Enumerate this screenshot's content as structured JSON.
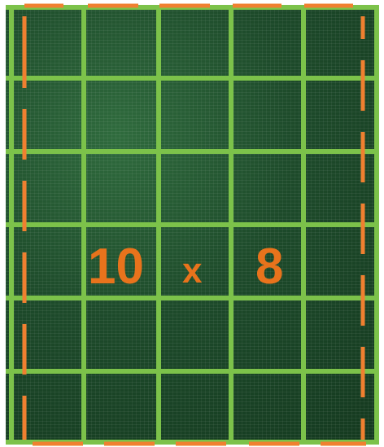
{
  "dimension_label": {
    "rows_value": "10",
    "times_symbol": "x",
    "cols_value": "8"
  },
  "colors": {
    "grid_line": "#7cc24a",
    "dashed_border": "#f08030",
    "label_text": "#e8731c",
    "tile_dark_green": "#1c4a2a"
  }
}
